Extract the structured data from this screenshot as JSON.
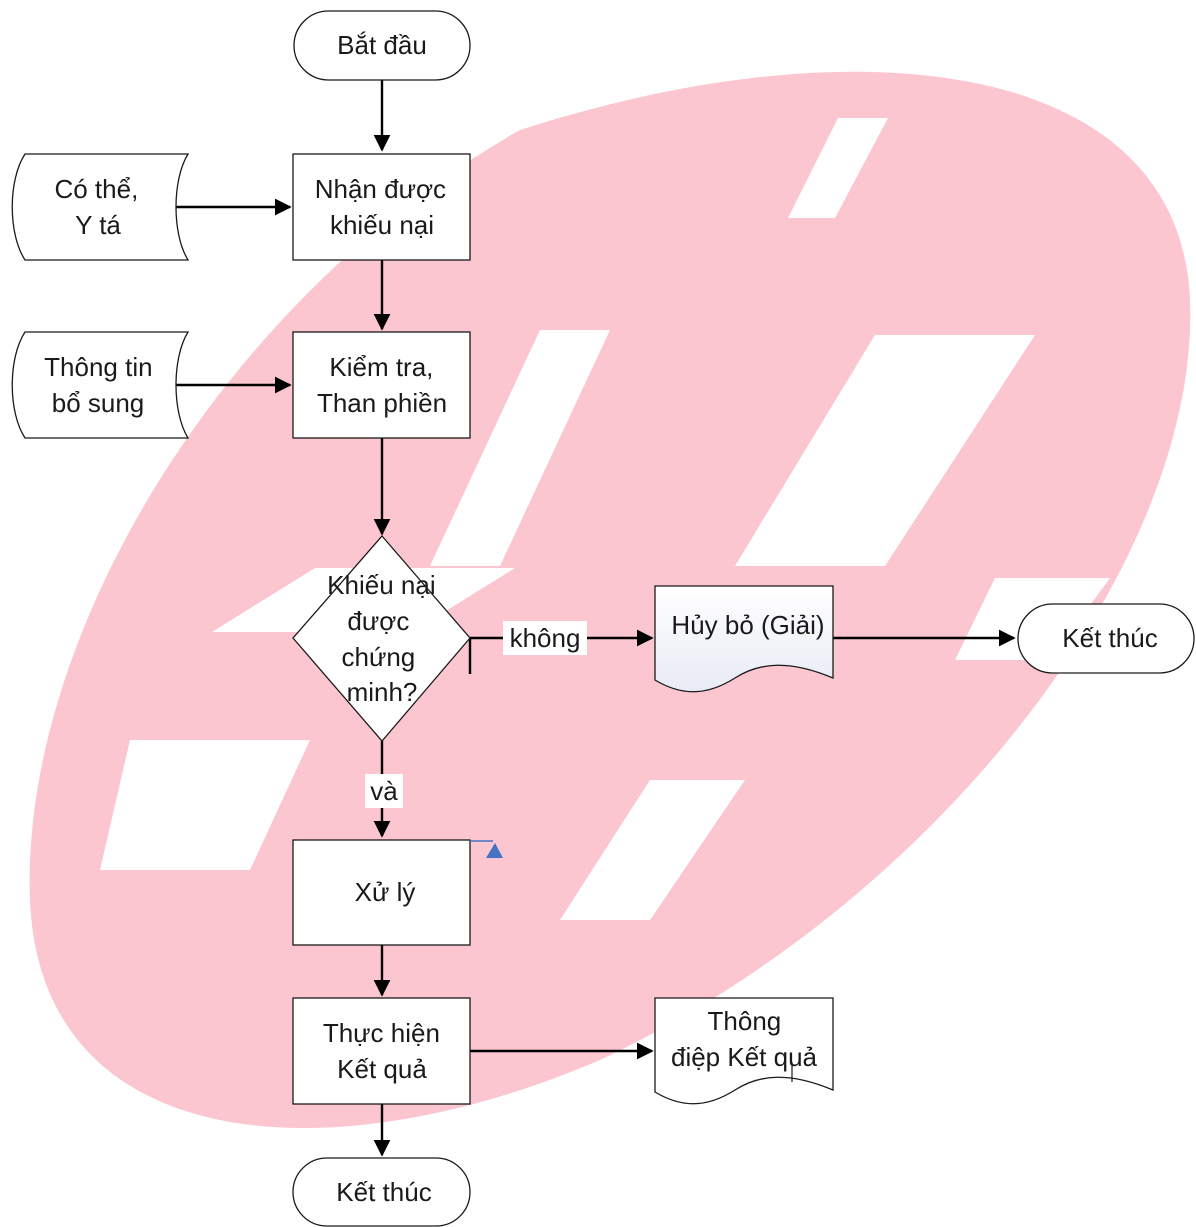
{
  "colors": {
    "watermark": "#fbc6cf",
    "line": "#000000",
    "text": "#1a1a1a",
    "doc_fill": "#eef0f8",
    "marker": "#4472c4"
  },
  "nodes": {
    "start": "Bắt đầu",
    "input_patient": [
      "Có thể,",
      "Y tá"
    ],
    "receive": [
      "Nhận được",
      "khiếu nại"
    ],
    "input_info": [
      "Thông tin",
      "bổ sung"
    ],
    "check": [
      "Kiểm tra,",
      "Than phiền"
    ],
    "decision": [
      "Khiếu nại",
      "được",
      "chứng",
      "minh?"
    ],
    "cancel": "Hủy bỏ (Giải)",
    "end_right": "Kết thúc",
    "process": "Xử lý",
    "execute": [
      "Thực hiện",
      "Kết quả"
    ],
    "result_msg": [
      "Thông",
      "điệp Kết quả"
    ],
    "end_bottom": "Kết thúc"
  },
  "edges": {
    "no": "không",
    "yes": "và"
  }
}
